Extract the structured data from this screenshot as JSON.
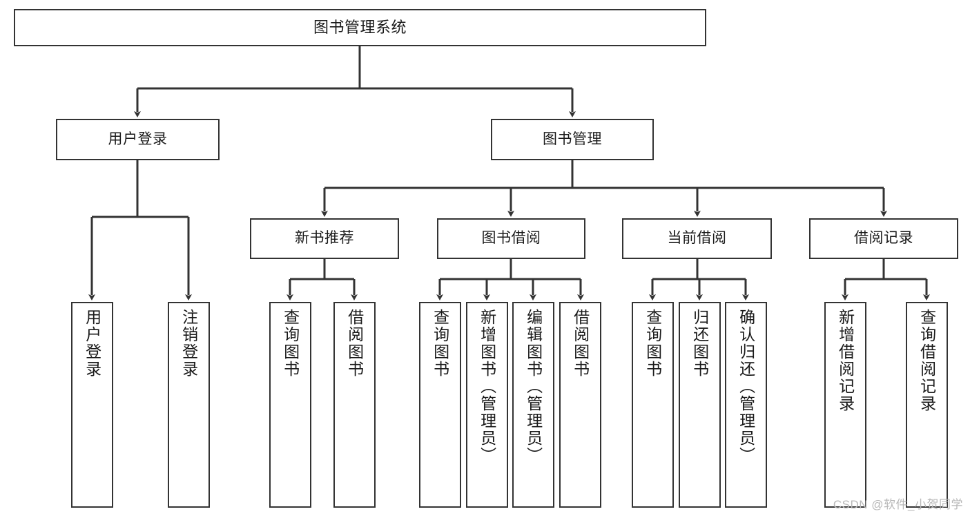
{
  "diagram": {
    "title": "图书管理系统",
    "type": "功能结构图",
    "background_color": "#ffffff",
    "box_border_color": "#333333",
    "connector_color": "#333333"
  },
  "root": {
    "label": "图书管理系统"
  },
  "level2": [
    {
      "label": "用户登录"
    },
    {
      "label": "图书管理"
    }
  ],
  "level3": [
    {
      "label": "新书推荐"
    },
    {
      "label": "图书借阅"
    },
    {
      "label": "当前借阅"
    },
    {
      "label": "借阅记录"
    }
  ],
  "leaves": {
    "user_login": [
      {
        "label": "用户登录"
      },
      {
        "label": "注销登录"
      }
    ],
    "new_book": [
      {
        "label": "查询图书"
      },
      {
        "label": "借阅图书"
      }
    ],
    "book_borrow": [
      {
        "label": "查询图书"
      },
      {
        "label": "新增图书（管理员）"
      },
      {
        "label": "编辑图书（管理员）"
      },
      {
        "label": "借阅图书"
      }
    ],
    "current_borrow": [
      {
        "label": "查询图书"
      },
      {
        "label": "归还图书"
      },
      {
        "label": "确认归还（管理员）"
      }
    ],
    "borrow_record": [
      {
        "label": "新增借阅记录"
      },
      {
        "label": "查询借阅记录"
      }
    ]
  },
  "watermark": {
    "text": "CSDN @软件_小贺同学"
  }
}
